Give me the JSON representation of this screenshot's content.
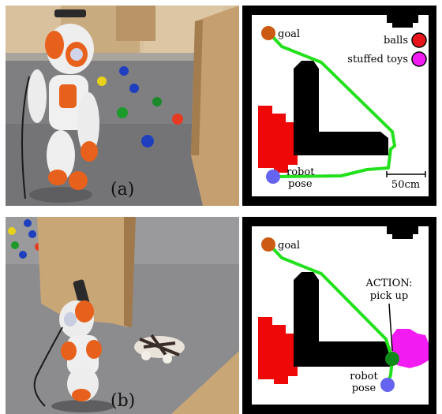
{
  "panels": [
    {
      "label": "(a)",
      "map": {
        "goal_label": "goal",
        "robot_label_line1": "robot",
        "robot_label_line2": "pose",
        "legend": [
          {
            "label": "balls",
            "color": "#e8141c"
          },
          {
            "label": "stuffed toys",
            "color": "#f21cf2"
          }
        ],
        "scale_label": "50cm"
      }
    },
    {
      "label": "(b)",
      "map": {
        "goal_label": "goal",
        "robot_label_line1": "robot",
        "robot_label_line2": "pose",
        "action_label_line1": "ACTION:",
        "action_label_line2": "pick up"
      }
    }
  ],
  "colors": {
    "path": "#22e01c",
    "goal": "#cc5a12",
    "robot": "#6464f0",
    "obstacle": "#000000",
    "balls_region": "#ee0808",
    "toy_region": "#f21cf2",
    "action_point": "#0f8a1a"
  }
}
